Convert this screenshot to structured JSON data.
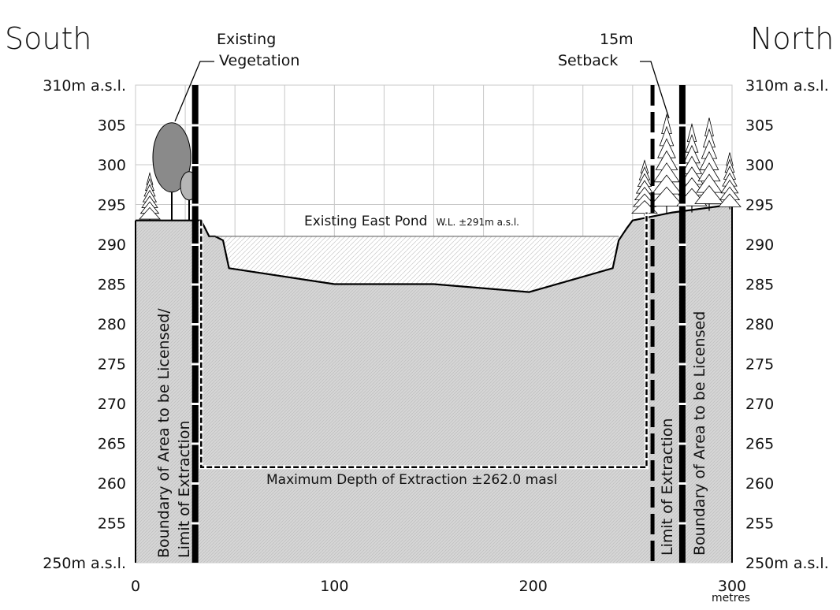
{
  "titles": {
    "left": "South",
    "right": "North"
  },
  "callouts": {
    "vegetation": [
      "Existing",
      "Vegetation"
    ],
    "setback": [
      "15m",
      "Setback"
    ]
  },
  "y_ticks_left": [
    "310m a.s.l.",
    "305",
    "300",
    "295",
    "290",
    "285",
    "280",
    "275",
    "270",
    "265",
    "260",
    "255",
    "250m a.s.l."
  ],
  "y_ticks_right": [
    "310m a.s.l.",
    "305",
    "300",
    "295",
    "290",
    "285",
    "280",
    "275",
    "270",
    "265",
    "260",
    "255",
    "250m a.s.l."
  ],
  "x_ticks": [
    "0",
    "100",
    "200",
    "300"
  ],
  "x_unit": "metres",
  "pond": {
    "name": "Existing East Pond",
    "level": "W.L. ±291m a.s.l."
  },
  "max_depth_label": "Maximum Depth of Extraction ±262.0 masl",
  "vertical_labels": {
    "south_line1": "Boundary of Area to be Licensed/",
    "south_line2": "Limit of Extraction",
    "north_extraction": "Limit of Extraction",
    "north_boundary": "Boundary of Area to be Licensed"
  },
  "chart_data": {
    "type": "area",
    "title": "",
    "xlabel": "metres",
    "ylabel": "m a.s.l.",
    "xlim": [
      0,
      300
    ],
    "ylim": [
      250,
      310
    ],
    "x_ticks": [
      0,
      100,
      200,
      300
    ],
    "y_ticks": [
      250,
      255,
      260,
      265,
      270,
      275,
      280,
      285,
      290,
      295,
      300,
      305,
      310
    ],
    "grid": true,
    "ground_profile": {
      "x": [
        0,
        30,
        31,
        33,
        35,
        37,
        40,
        44,
        47,
        100,
        150,
        198,
        240,
        243,
        247,
        250,
        270,
        300
      ],
      "y": [
        293,
        293,
        293,
        293,
        292,
        291,
        291,
        290.5,
        287,
        285,
        285,
        284,
        287,
        290.5,
        292,
        293,
        294,
        295
      ]
    },
    "pond_water_level": 291,
    "pond_extent_x": [
      37,
      243
    ],
    "max_extraction_depth": 262,
    "extraction_limit_x": [
      33,
      257
    ],
    "south_boundary_x": 30,
    "setback_line_x": 260,
    "north_boundary_x": 275
  },
  "colors": {
    "ground_fill": "#d4d4d4",
    "grid": "#c8c8c8",
    "line": "#000000",
    "tree_dark": "#8a8a8a"
  }
}
